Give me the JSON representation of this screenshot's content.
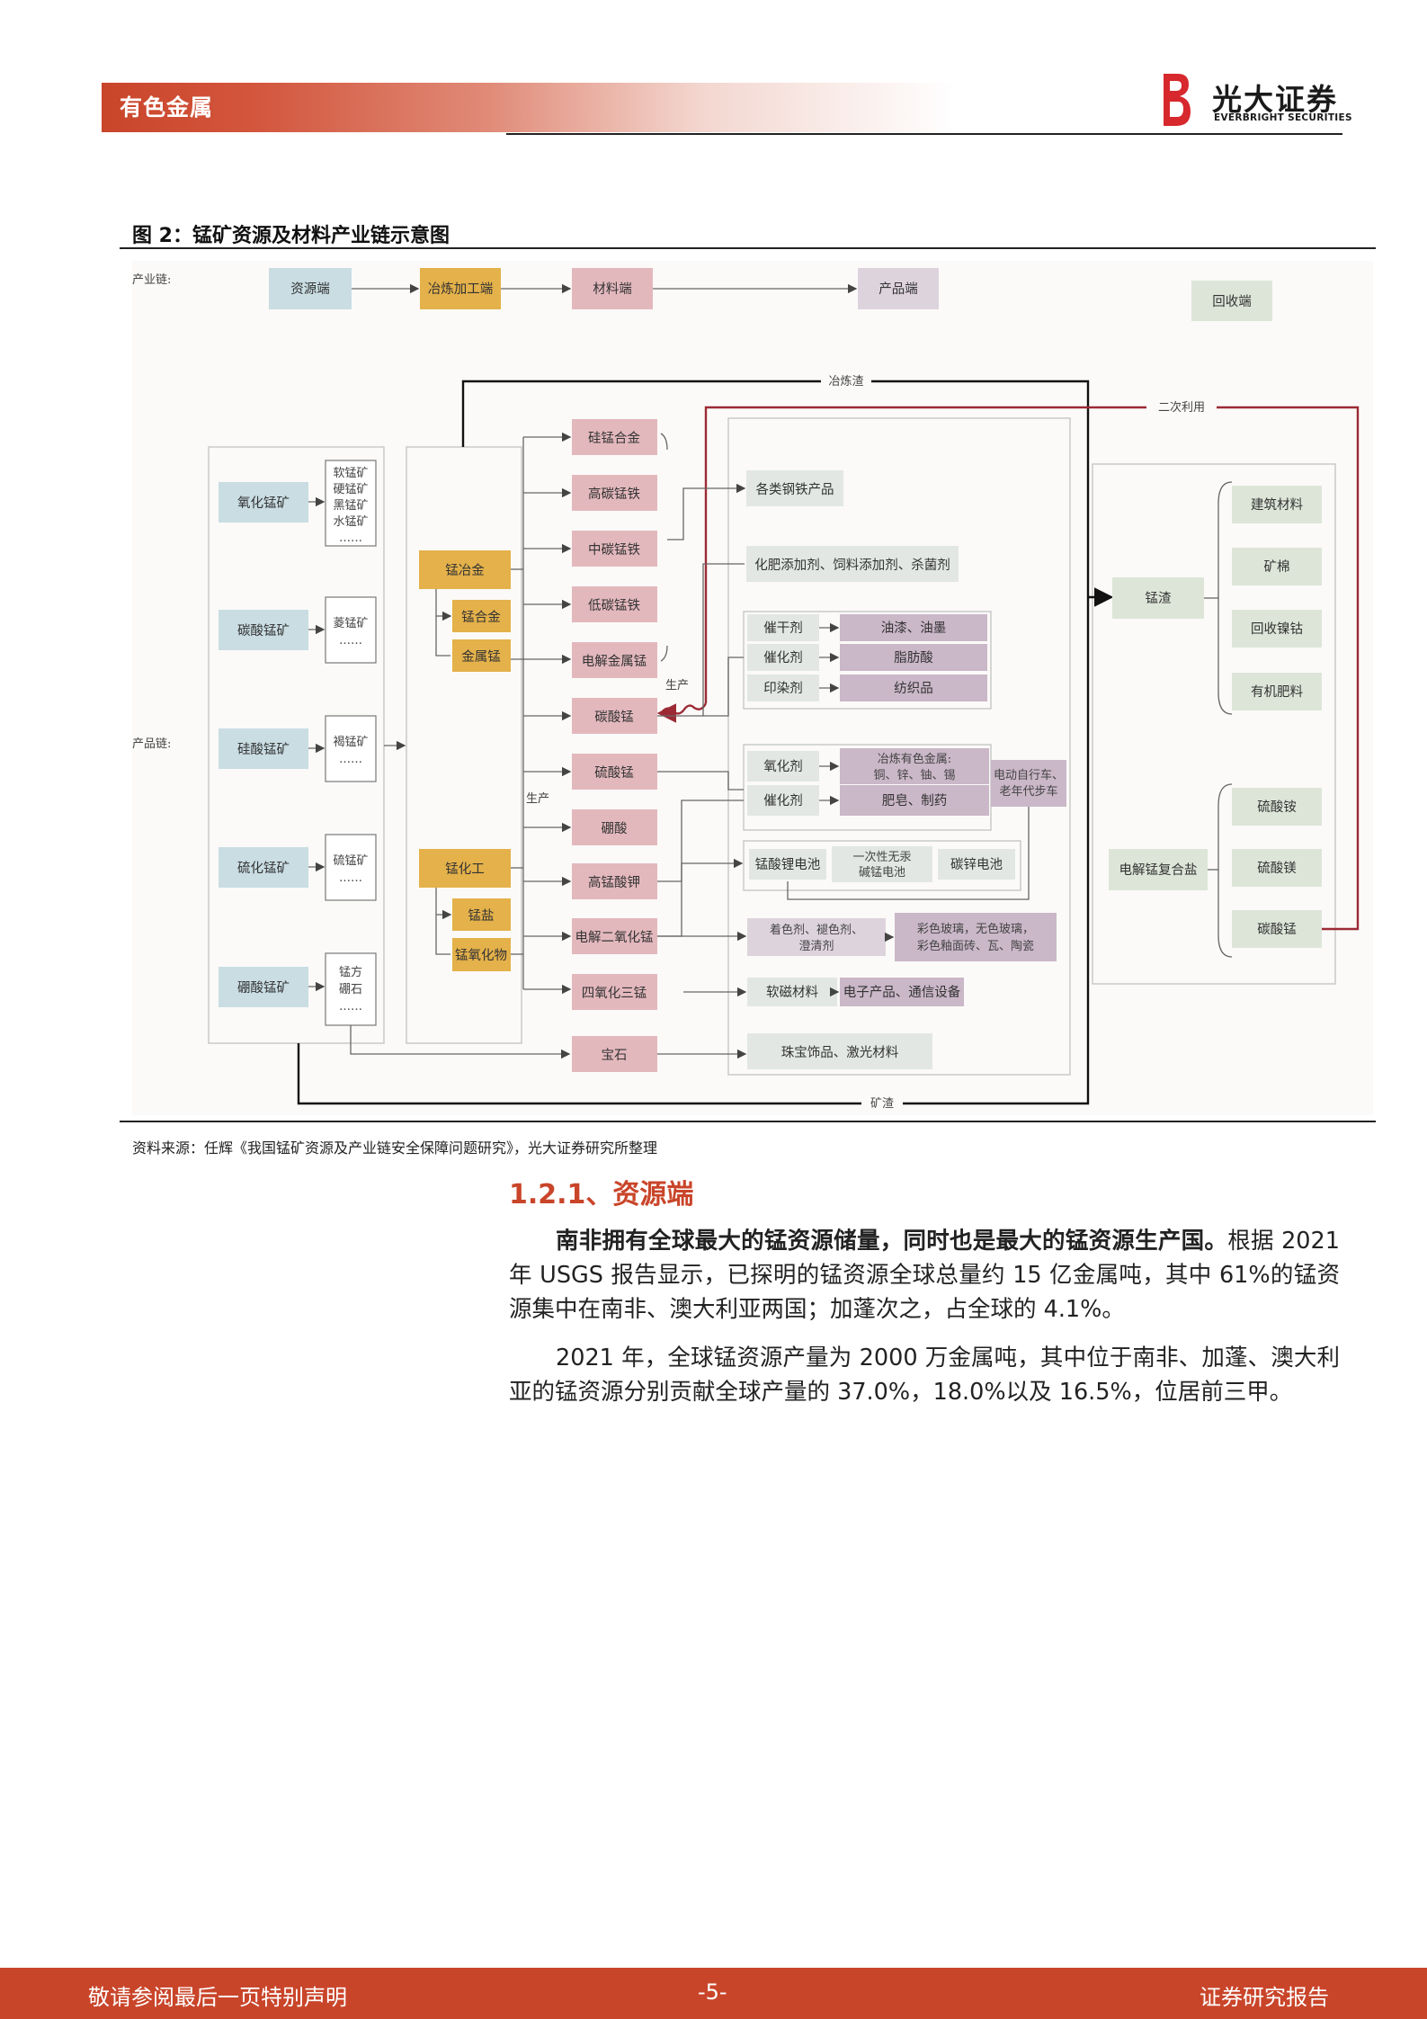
{
  "header": {
    "section_label": "有色金属",
    "brand_cn": "光大证券",
    "brand_en": "EVERBRIGHT SECURITIES",
    "brand_color": "#c9452a"
  },
  "figure": {
    "caption": "图 2：锰矿资源及材料产业链示意图",
    "source": "资料来源：任辉《我国锰矿资源及产业链安全保障问题研究》，光大证券研究所整理",
    "row_labels": {
      "industry_chain": "产业链:",
      "product_chain": "产品链:"
    },
    "chain_stages": [
      "资源端",
      "冶炼加工端",
      "材料端",
      "产品端",
      "回收端"
    ],
    "flow_labels": {
      "smelting_slag": "冶炼渣",
      "secondary_use": "二次利用",
      "ore_slag": "矿渣",
      "produce_1": "生产",
      "produce_2": "生产"
    },
    "ores": [
      {
        "name": "氧化锰矿",
        "minerals": [
          "软锰矿",
          "硬锰矿",
          "黑锰矿",
          "水锰矿",
          "……"
        ]
      },
      {
        "name": "碳酸锰矿",
        "minerals": [
          "菱锰矿",
          "……"
        ]
      },
      {
        "name": "硅酸锰矿",
        "minerals": [
          "褐锰矿",
          "……"
        ]
      },
      {
        "name": "硫化锰矿",
        "minerals": [
          "硫锰矿",
          "……"
        ]
      },
      {
        "name": "硼酸锰矿",
        "minerals": [
          "锰方",
          "硼石",
          "……"
        ]
      }
    ],
    "processing": {
      "metallurgy": "锰冶金",
      "metallurgy_items": [
        "锰合金",
        "金属锰"
      ],
      "chemical": "锰化工",
      "chemical_items": [
        "锰盐",
        "锰氧化物"
      ]
    },
    "materials": [
      "硅锰合金",
      "高碳锰铁",
      "中碳锰铁",
      "低碳锰铁",
      "电解金属锰",
      "碳酸锰",
      "硫酸锰",
      "硼酸",
      "高锰酸钾",
      "电解二氧化锰",
      "四氧化三锰",
      "宝石"
    ],
    "products": {
      "steel": "各类钢铁产品",
      "additives": "化肥添加剂、饲料添加剂、杀菌剂",
      "group1": [
        {
          "agent": "催干剂",
          "use": "油漆、油墨"
        },
        {
          "agent": "催化剂",
          "use": "脂肪酸"
        },
        {
          "agent": "印染剂",
          "use": "纺织品"
        }
      ],
      "group2": [
        {
          "agent": "氧化剂",
          "use_line1": "冶炼有色金属:",
          "use_line2": "铜、锌、铀、锡"
        },
        {
          "agent": "催化剂",
          "use_line1": "肥皂、制药",
          "use_line2": ""
        }
      ],
      "ev": [
        "电动自行车、",
        "老年代步车"
      ],
      "batteries": {
        "li": "锰酸锂电池",
        "alk_1": "一次性无汞",
        "alk_2": "碱锰电池",
        "zn": "碳锌电池"
      },
      "colorants": [
        "着色剂、褪色剂、",
        "澄清剂"
      ],
      "glass": [
        "彩色玻璃，无色玻璃，",
        "彩色釉面砖、瓦、陶瓷"
      ],
      "magnetic": "软磁材料",
      "electronics": "电子产品、通信设备",
      "jewelry": "珠宝饰品、激光材料"
    },
    "recycling": {
      "slag": "锰渣",
      "slag_products": [
        "建筑材料",
        "矿棉",
        "回收镍钴",
        "有机肥料"
      ],
      "compound_salt": "电解锰复合盐",
      "salt_products": [
        "硫酸铵",
        "硫酸镁",
        "碳酸锰"
      ]
    }
  },
  "section": {
    "heading": "1.2.1、资源端",
    "p1_bold": "南非拥有全球最大的锰资源储量，同时也是最大的锰资源生产国。",
    "p1_rest": "根据 2021 年 USGS 报告显示，已探明的锰资源全球总量约 15 亿金属吨，其中 61%的锰资源集中在南非、澳大利亚两国；加蓬次之，占全球的 4.1%。",
    "p2": "2021 年，全球锰资源产量为 2000 万金属吨，其中位于南非、加蓬、澳大利亚的锰资源分别贡献全球产量的 37.0%，18.0%以及 16.5%，位居前三甲。"
  },
  "footer": {
    "disclaimer": "敬请参阅最后一页特别声明",
    "page": "-5-",
    "doc_type": "证券研究报告"
  }
}
